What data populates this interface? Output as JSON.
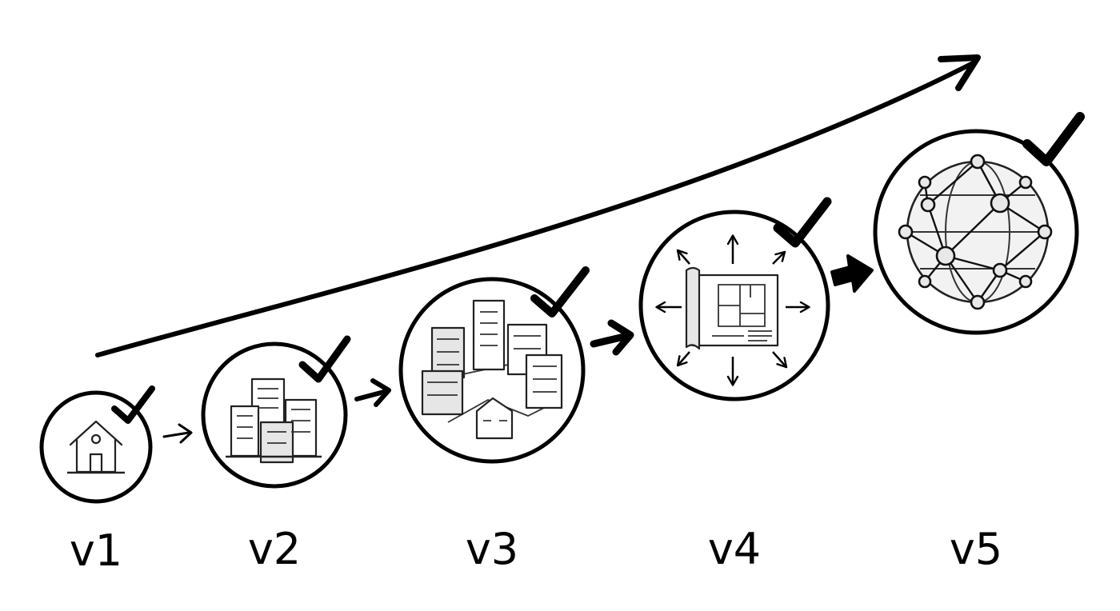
{
  "diagram": {
    "stages": [
      {
        "label": "v1",
        "icon": "house-icon",
        "status": "check-icon"
      },
      {
        "label": "v2",
        "icon": "buildings-icon",
        "status": "check-icon"
      },
      {
        "label": "v3",
        "icon": "city-block-icon",
        "status": "check-icon"
      },
      {
        "label": "v4",
        "icon": "blueprint-expand-icon",
        "status": "check-icon"
      },
      {
        "label": "v5",
        "icon": "network-globe-icon",
        "status": "check-icon"
      }
    ],
    "trend": "upward-growth-arrow",
    "colors": {
      "ink": "#000000",
      "background": "#ffffff",
      "shade": "#e6e6e6"
    }
  }
}
